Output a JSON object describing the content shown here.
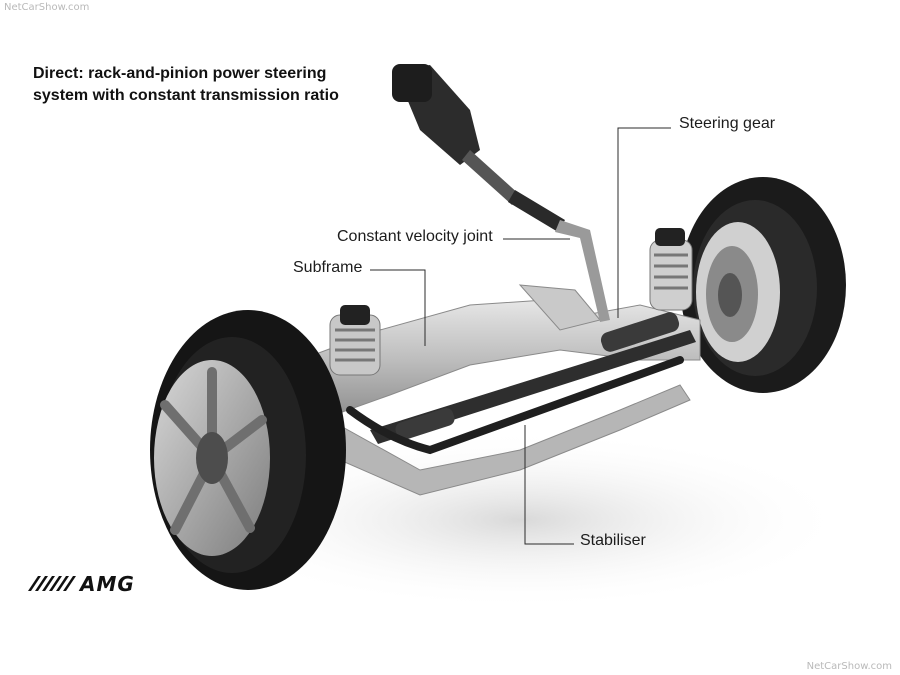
{
  "watermark": {
    "top": "NetCarShow.com",
    "bottom": "NetCarShow.com"
  },
  "caption": {
    "line1": "Direct: rack-and-pinion power steering",
    "line2": "system with constant transmission ratio"
  },
  "labels": {
    "steering_gear": "Steering gear",
    "cv_joint": "Constant velocity joint",
    "subframe": "Subframe",
    "stabiliser": "Stabiliser"
  },
  "logo": {
    "text": "AMG"
  }
}
